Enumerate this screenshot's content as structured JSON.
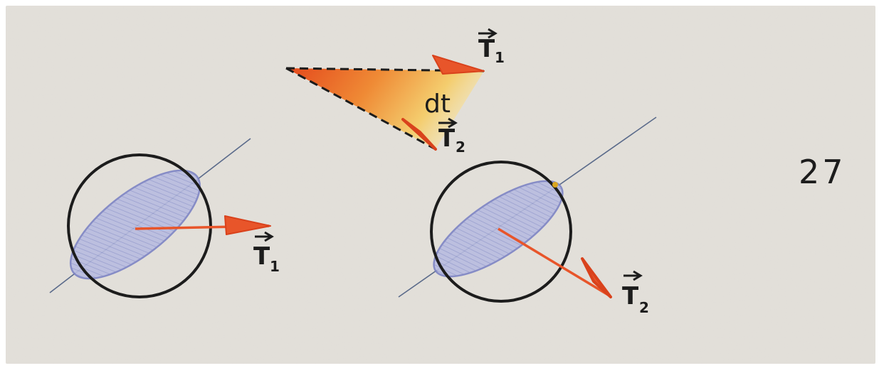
{
  "page_number": "27",
  "labels": {
    "dt": "dt",
    "vector_letter": "T",
    "t1_sub": "1",
    "t2_sub": "2"
  },
  "colors": {
    "paper": "#e3e0da",
    "ink": "#1c1c1c",
    "arrow": "#e8552a",
    "wedge_dark": "#ea5a22",
    "wedge_light": "#f3d071",
    "ellipse_fill": "#aeb2d8",
    "ellipse_stroke": "#7d84c4",
    "axis": "#5a6a8a"
  }
}
